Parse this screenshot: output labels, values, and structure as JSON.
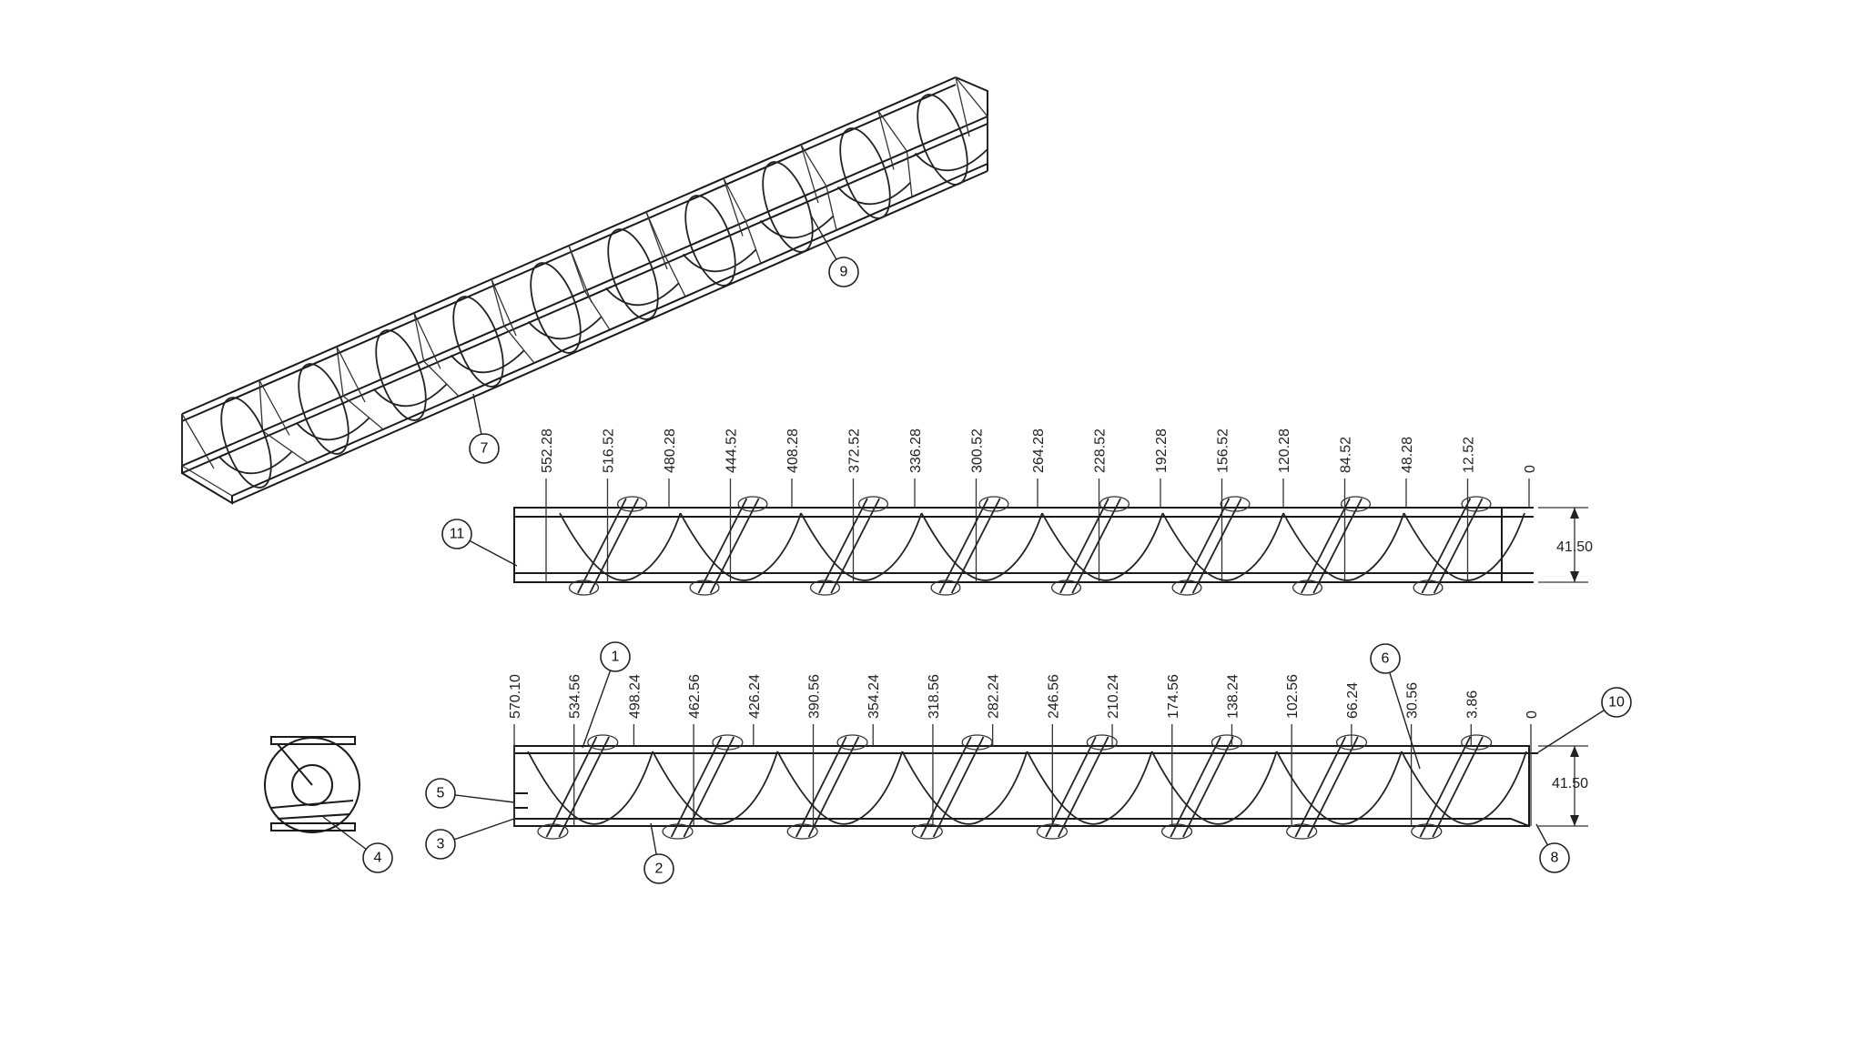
{
  "drawing": {
    "top_view": {
      "dimensions": [
        "552.28",
        "516.52",
        "480.28",
        "444.52",
        "408.28",
        "372.52",
        "336.28",
        "300.52",
        "264.28",
        "228.52",
        "192.28",
        "156.52",
        "120.28",
        "84.52",
        "48.28",
        "12.52",
        "0"
      ],
      "height_dimension": "41.50"
    },
    "front_view": {
      "dimensions": [
        "570.10",
        "534.56",
        "498.24",
        "462.56",
        "426.24",
        "390.56",
        "354.24",
        "318.56",
        "282.24",
        "246.56",
        "210.24",
        "174.56",
        "138.24",
        "102.56",
        "66.24",
        "30.56",
        "3.86",
        "0"
      ],
      "height_dimension": "41.50"
    },
    "balloons": [
      "1",
      "2",
      "3",
      "4",
      "5",
      "6",
      "7",
      "8",
      "9",
      "10",
      "11"
    ]
  }
}
